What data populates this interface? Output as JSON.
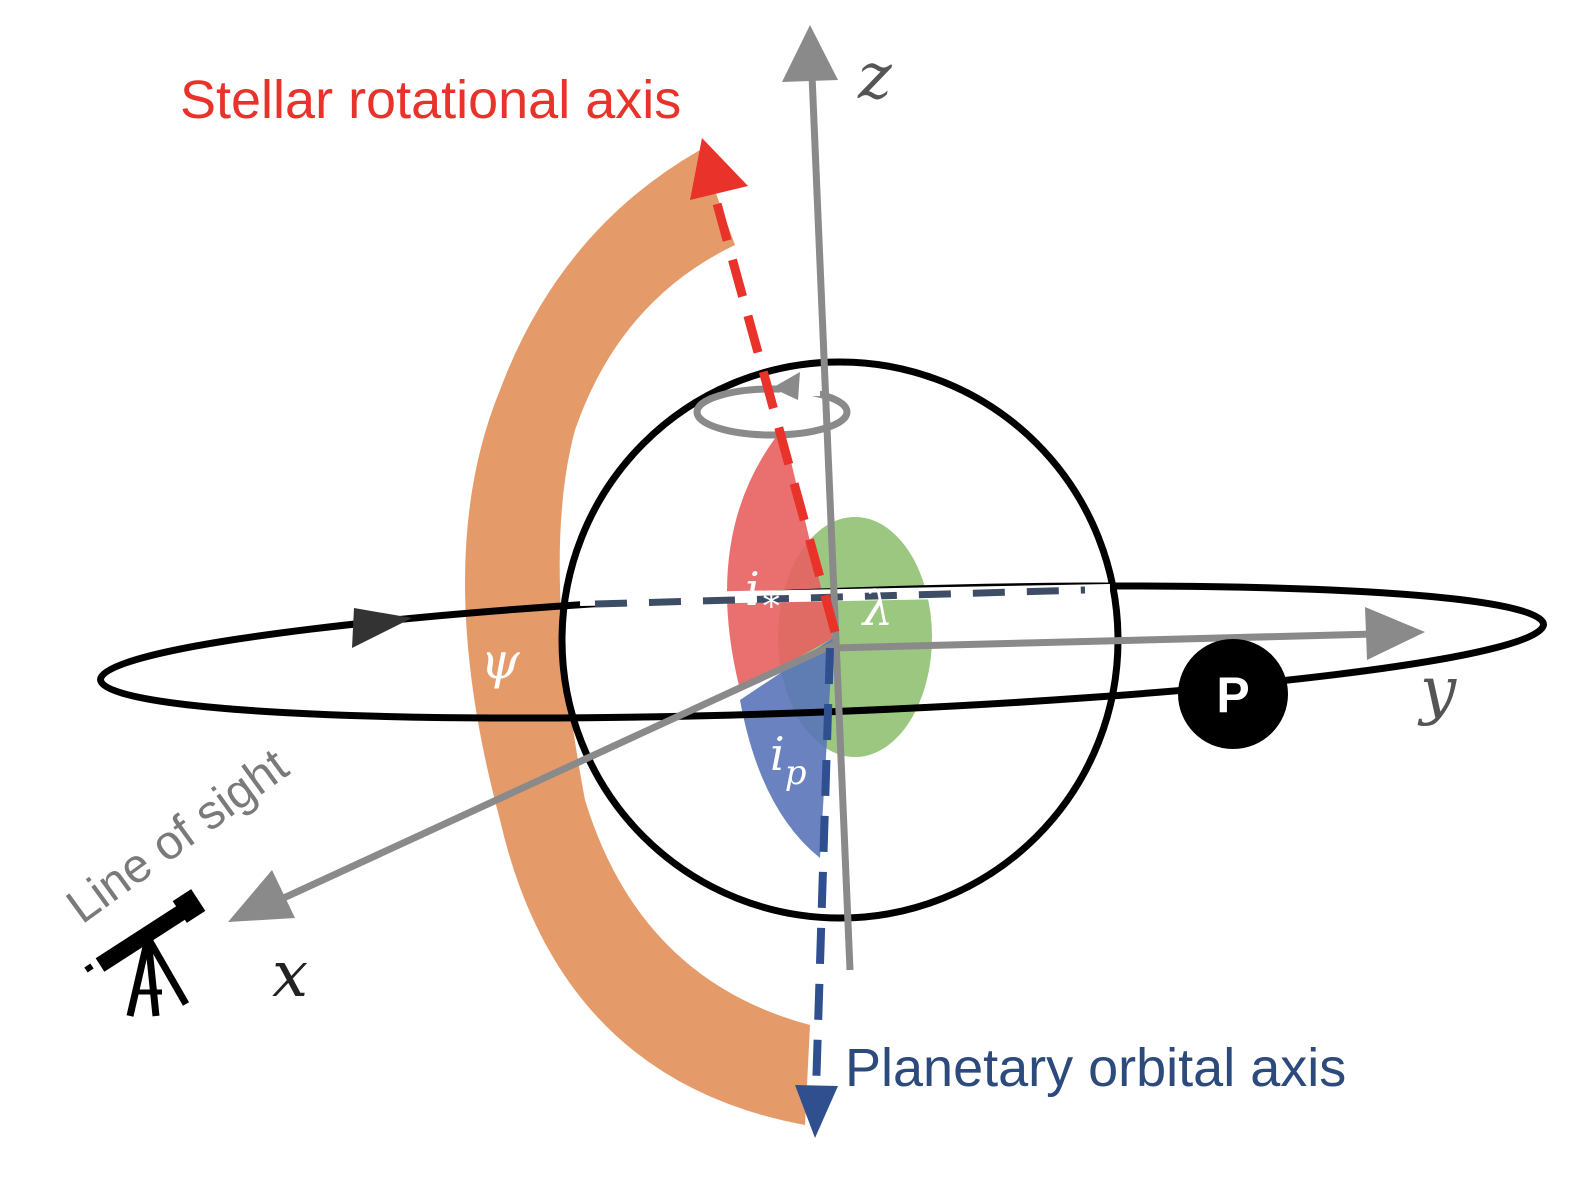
{
  "labels": {
    "stellar_axis": "Stellar rotational axis",
    "planetary_axis": "Planetary orbital axis",
    "line_of_sight": "Line of sight",
    "axis_x": "x",
    "axis_y": "y",
    "axis_z": "z",
    "angle_psi": "ψ",
    "angle_lambda": "λ",
    "angle_i_star_base": "i",
    "angle_i_star_sub": "∗",
    "angle_i_p_base": "i",
    "angle_i_p_sub": "p",
    "planet": "P"
  },
  "colors": {
    "stellar_axis": "#e8322a",
    "planetary_axis": "#2f4f8f",
    "planetary_label": "#2c4a7c",
    "axes_gray": "#8a8a8a",
    "psi_band": "#e0894f",
    "i_star_fill": "#e86060",
    "i_p_fill": "#5a74b8",
    "lambda_fill": "#8bbd6a",
    "outline": "#000000",
    "equator_dash": "#3d4d66",
    "telescope": "#000000"
  },
  "icons": {
    "telescope": "telescope-icon",
    "rotation": "rotation-arrow-icon"
  }
}
